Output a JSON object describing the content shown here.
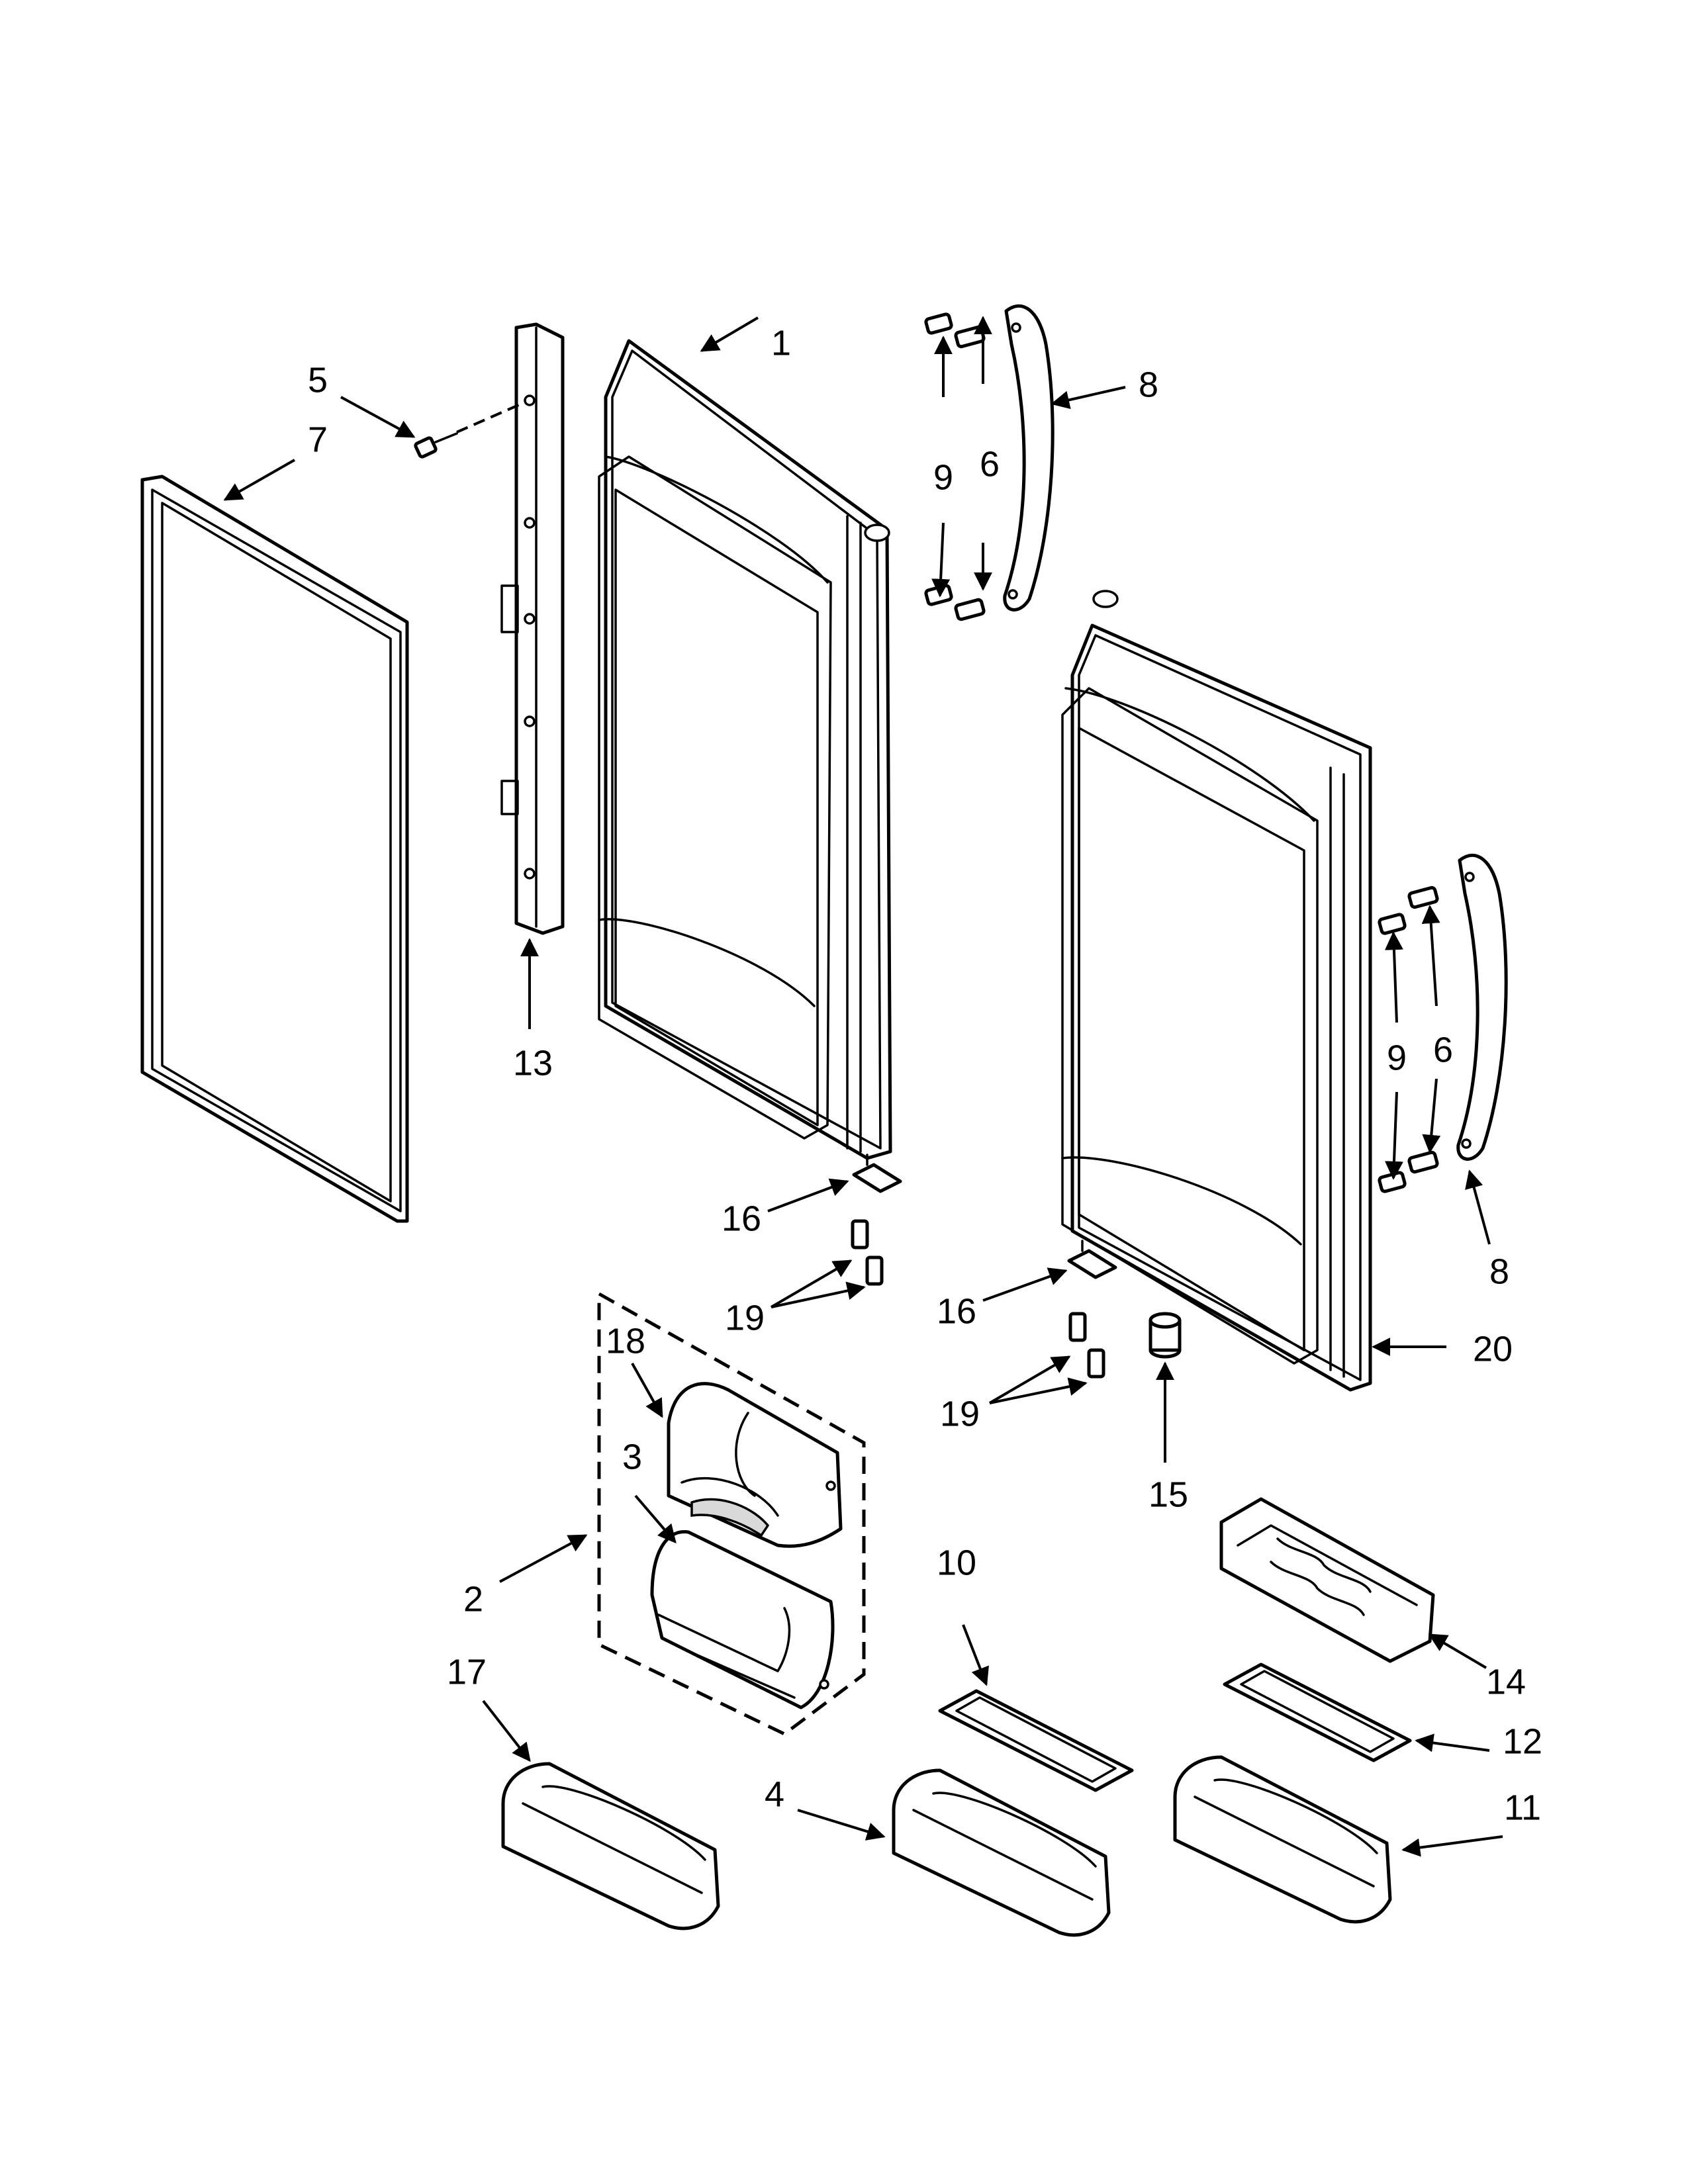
{
  "callouts": {
    "c1": "1",
    "c2": "2",
    "c3": "3",
    "c4": "4",
    "c5": "5",
    "c6a": "6",
    "c6b": "6",
    "c7": "7",
    "c8a": "8",
    "c8b": "8",
    "c9a": "9",
    "c9b": "9",
    "c10": "10",
    "c11": "11",
    "c12": "12",
    "c13": "13",
    "c14": "14",
    "c15": "15",
    "c16a": "16",
    "c16b": "16",
    "c17": "17",
    "c18": "18",
    "c19a": "19",
    "c19b": "19",
    "c20": "20"
  },
  "colors": {
    "line": "#000000",
    "background": "#ffffff"
  }
}
